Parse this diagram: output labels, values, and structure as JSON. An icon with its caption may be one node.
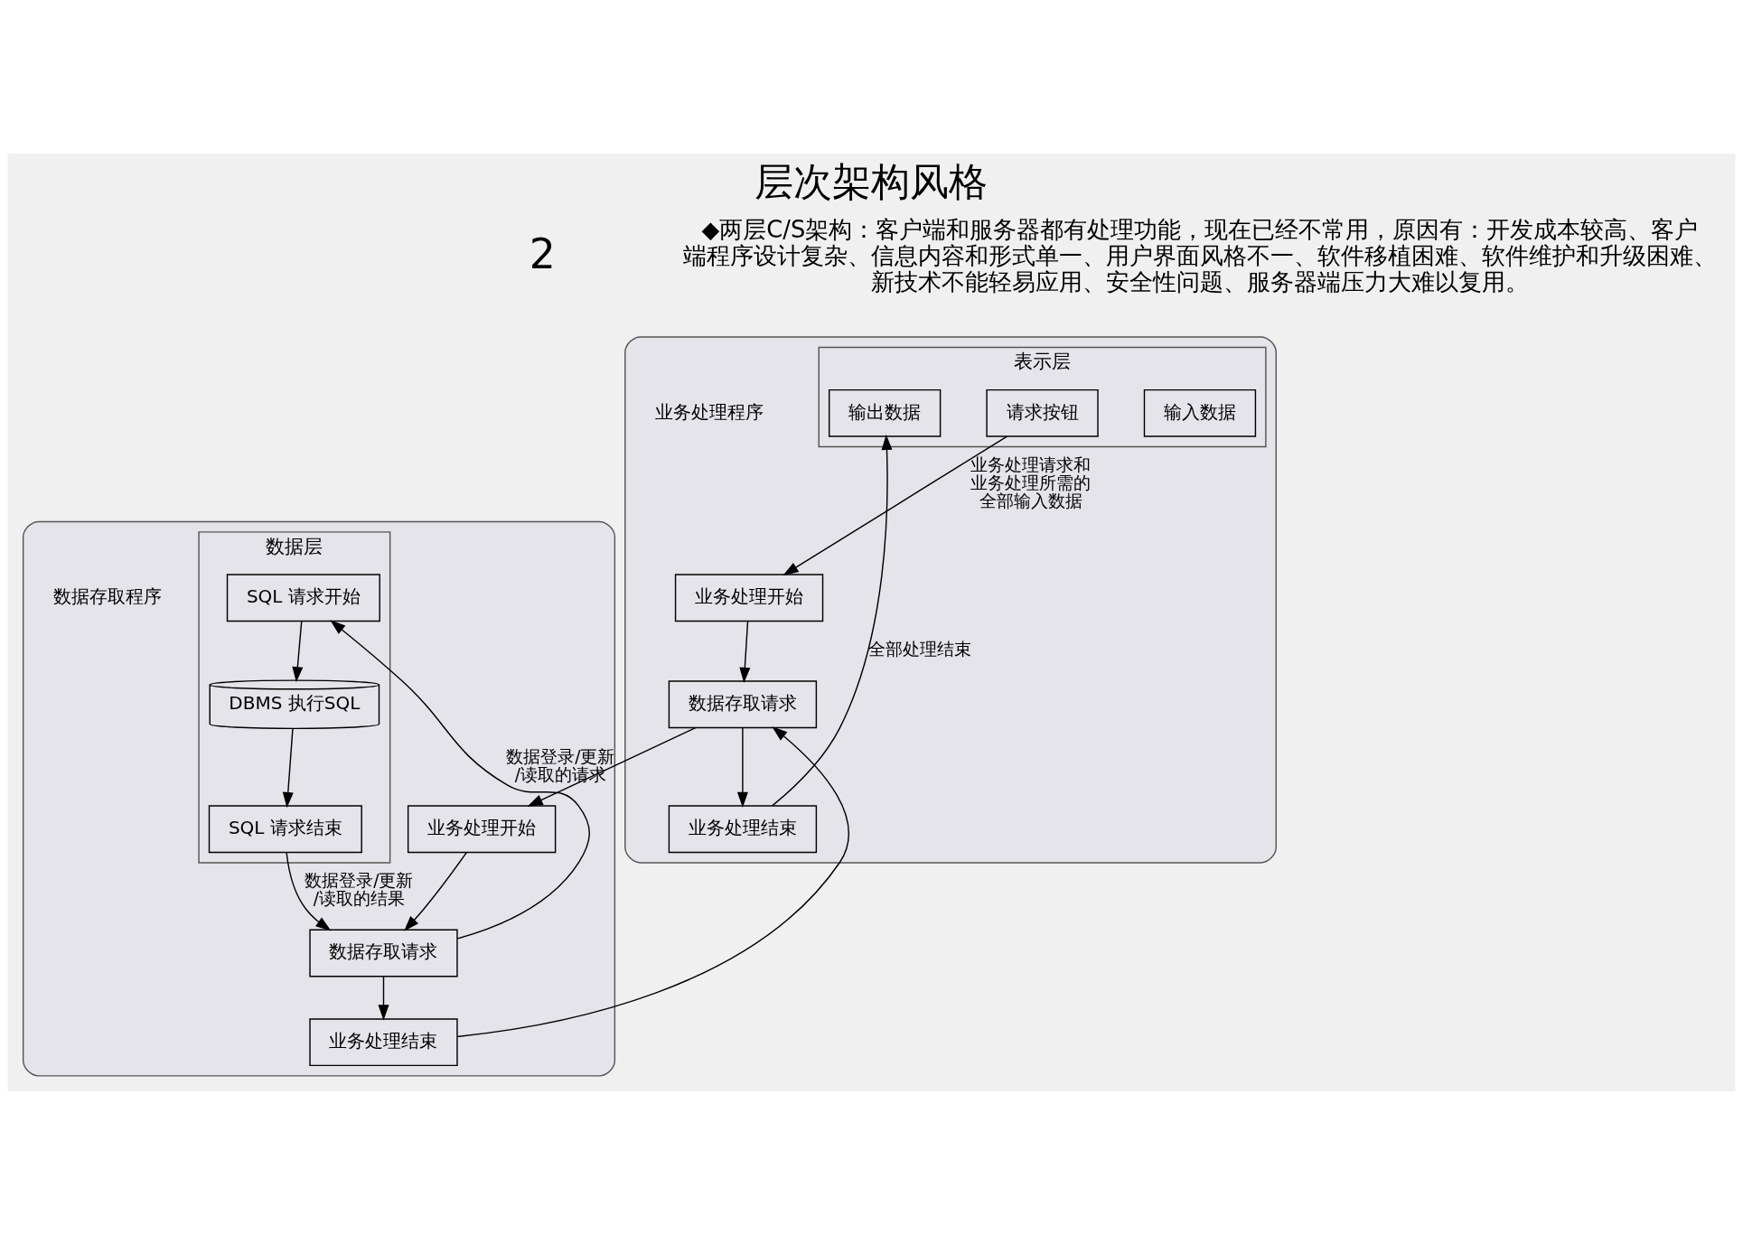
{
  "diagram": {
    "title": "层次架构风格",
    "nodes": [
      {
        "text": [],
        "shape": "box"
      },
      {
        "text": [
          "表示层"
        ],
        "in": 0
      },
      {
        "text": [
          "输入数据"
        ],
        "in": 1
      },
      {
        "text": [
          "请求按钮"
        ],
        "in": 1
      },
      {
        "text": [
          "输出数据"
        ],
        "in": 1
      },
      {
        "text": [
          "业务处理开始"
        ],
        "in": 0
      },
      {
        "text": [
          "数据存取请求"
        ],
        "in": 0
      },
      {
        "text": [
          "业务处理结束"
        ],
        "in": 0
      },
      {
        "text": [],
        "shape": "box"
      },
      {
        "text": [
          "数据层"
        ],
        "in": 8
      },
      {
        "text": [
          "SQL 请求开始"
        ],
        "in": 9
      },
      {
        "text": [
          "DBMS 执行SQL"
        ],
        "in": 9
      },
      {
        "text": [
          "SQL 请求结束"
        ],
        "in": 9
      },
      {
        "text": [
          "业务处理开始"
        ],
        "in": 8
      },
      {
        "text": [
          "数据存取请求"
        ],
        "in": 8
      },
      {
        "text": [
          "业务处理结束"
        ],
        "in": 8
      }
    ],
    "edges": [
      {
        "from": 3,
        "to": 5,
        "arrow": "to",
        "label": "业务处理请求和业务处理所需的全部输入数据"
      },
      {
        "from": 5,
        "to": 6,
        "arrow": "to"
      },
      {
        "from": 6,
        "to": 7,
        "arrow": "to"
      },
      {
        "from": 7,
        "to": 4,
        "arrow": "to",
        "label": "全部处理结束"
      },
      {
        "from": 6,
        "to": 13,
        "arrow": "to"
      },
      {
        "from": 15,
        "to": 6,
        "arrow": "to"
      },
      {
        "from": 13,
        "to": 14,
        "arrow": "to"
      },
      {
        "from": 14,
        "to": 15,
        "arrow": "to"
      },
      {
        "from": 14,
        "to": 10,
        "arrow": "to",
        "label": "数据登录/更新/读取的请求"
      },
      {
        "from": 12,
        "to": 14,
        "arrow": "to",
        "label": "数据登录/更新/读取的结果"
      },
      {
        "from": 10,
        "to": 11,
        "arrow": "to"
      },
      {
        "from": 11,
        "to": 12,
        "arrow": "to"
      }
    ],
    "labels": [
      "2",
      "◆两层C/S架构：客户端和服务器都有处理功能，现在已经不常用，原因有：开发成本较高、客户端程序设计复杂、信息内容和形式单一、用户界面风格不一、软件移植困难、软件维护和升级困难、新技术不能轻易应用、安全性问题、服务器端压力大难以复用。",
      "业务处理程序",
      "数据存取程序"
    ]
  }
}
